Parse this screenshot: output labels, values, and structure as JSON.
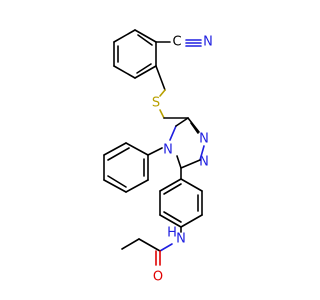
{
  "molecule": {
    "atom_labels": {
      "nitrile_c": "C",
      "nitrile_n": "N",
      "thioether_s": "S",
      "triazole_n4": "N",
      "triazole_n1": "N",
      "triazole_n2": "N",
      "amide_nh": "H",
      "amide_n": "N",
      "carbonyl_o": "O"
    },
    "colors": {
      "carbon": "#000000",
      "nitrogen": "#1f1fe0",
      "oxygen": "#e00000",
      "sulfur": "#b8a000"
    }
  }
}
